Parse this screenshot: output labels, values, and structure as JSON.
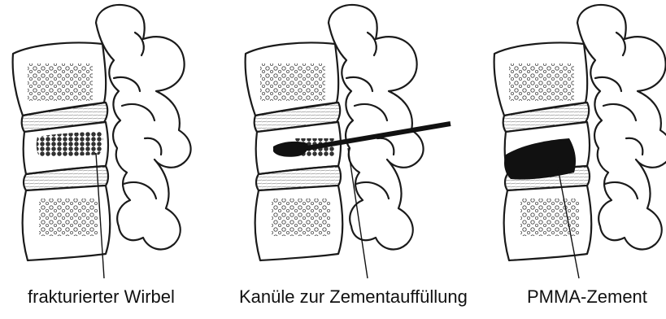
{
  "panels": [
    {
      "caption": "frakturierter Wirbel"
    },
    {
      "caption": "Kanüle zur Zementauffüllung"
    },
    {
      "caption": "PMMA-Zement"
    }
  ],
  "colors": {
    "ink": "#1a1a1a",
    "paper": "#ffffff",
    "cement": "#111111"
  }
}
